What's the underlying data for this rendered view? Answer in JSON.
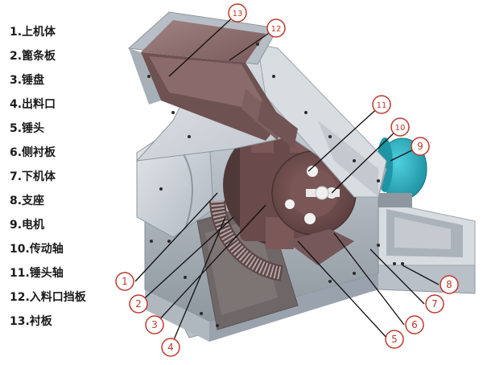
{
  "legend": [
    "1.上机体",
    "2.篦条板",
    "3.锤盘",
    "4.出料口",
    "5.锤头",
    "6.侧衬板",
    "7.下机体",
    "8.支座",
    "9.电机",
    "10.传动轴",
    "11.锤头轴",
    "12.入料口挡板",
    "13.衬板"
  ],
  "callouts": [
    "13",
    "12",
    "11",
    "10",
    "9",
    "1",
    "2",
    "3",
    "4",
    "5",
    "6",
    "7",
    "8"
  ],
  "colors": {
    "frame": "#c9cfd6",
    "frame_dark": "#9aa3ad",
    "liner": "#8c6a6a",
    "rotor": "#6e4b4b",
    "motor": "#2aa7b8",
    "callout_stroke": "#c0392b",
    "leader": "#111111"
  }
}
